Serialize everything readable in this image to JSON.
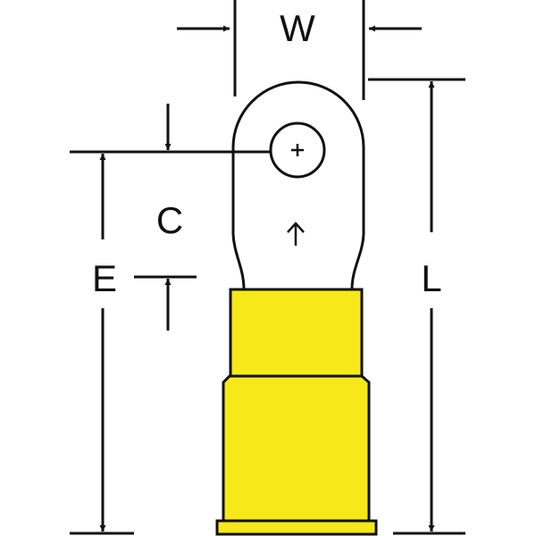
{
  "labels": {
    "width": "W",
    "length": "L",
    "center": "C",
    "edge": "E"
  },
  "colors": {
    "sleeve": "#f7e81a",
    "line": "#111111"
  }
}
